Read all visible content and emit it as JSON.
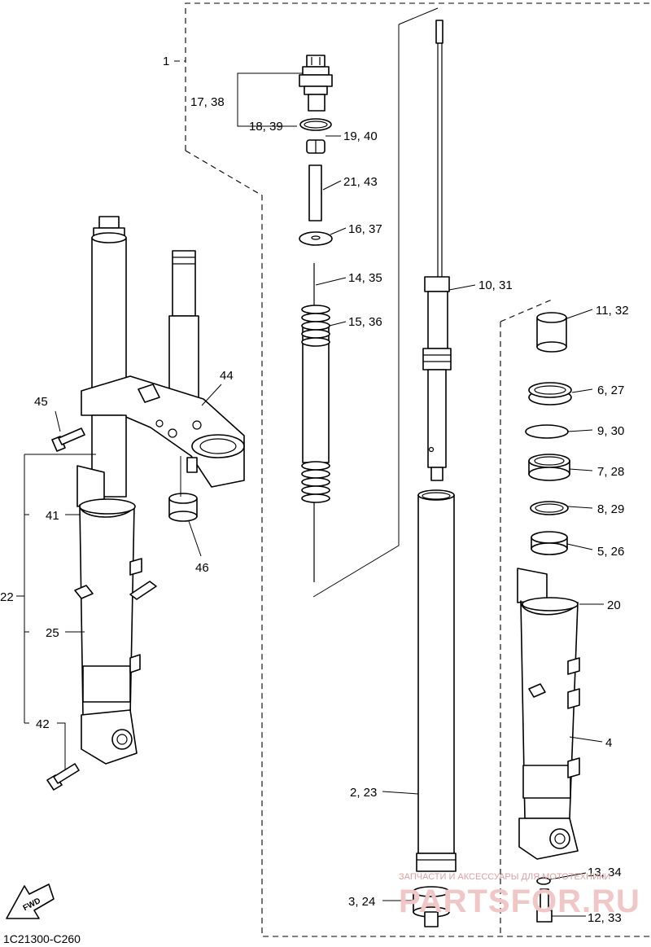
{
  "labels": {
    "l1": "1",
    "l17_38": "17, 38",
    "l18_39": "18, 39",
    "l19_40": "19, 40",
    "l21_43": "21, 43",
    "l16_37": "16, 37",
    "l14_35": "14, 35",
    "l15_36": "15, 36",
    "l10_31": "10, 31",
    "l11_32": "11, 32",
    "l6_27": "6, 27",
    "l9_30": "9, 30",
    "l7_28": "7, 28",
    "l8_29": "8, 29",
    "l5_26": "5, 26",
    "l20": "20",
    "l4": "4",
    "l2_23": "2, 23",
    "l3_24": "3, 24",
    "l13_34": "13, 34",
    "l12_33": "12, 33",
    "l44": "44",
    "l45": "45",
    "l46": "46",
    "l41": "41",
    "l22": "22",
    "l25": "25",
    "l42": "42"
  },
  "fwd_label": "FWD",
  "diagram_code": "1C21300-C260",
  "watermark": {
    "line1": "ЗАПЧАСТИ И АКСЕССУАРЫ ДЛЯ МОТОТЕХНИКИ",
    "line2": "PARTSFOR.RU"
  }
}
